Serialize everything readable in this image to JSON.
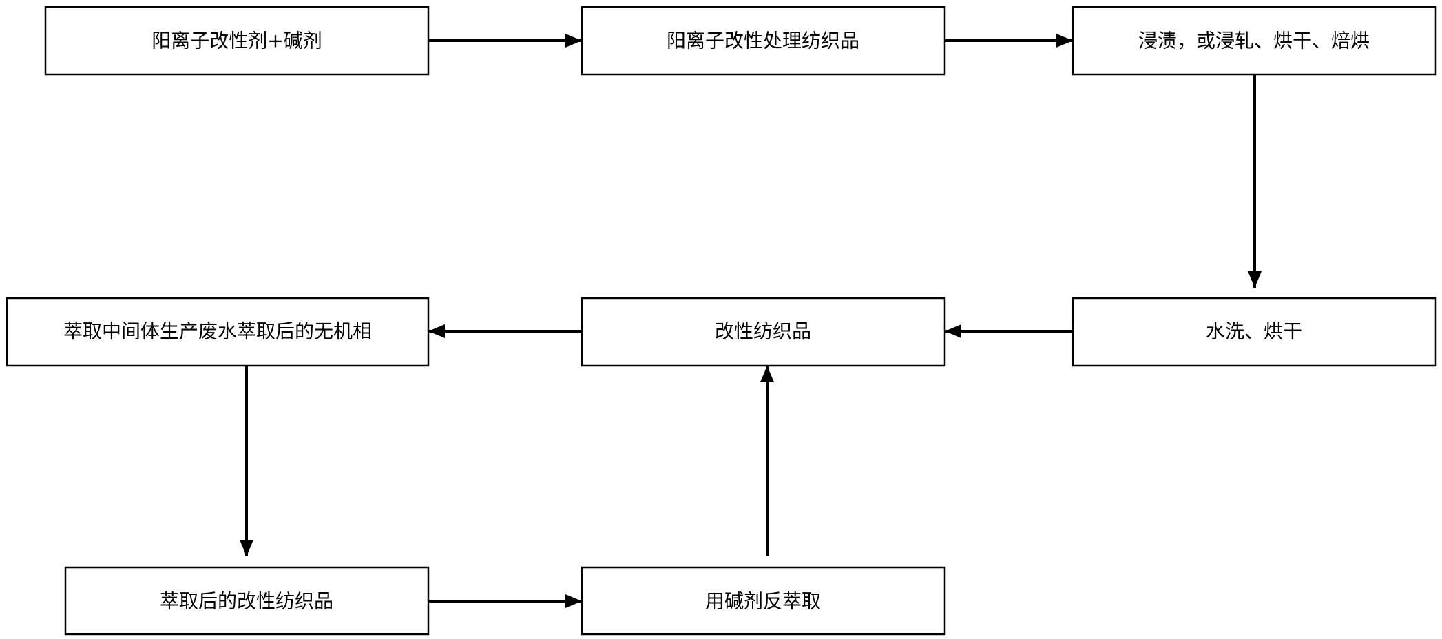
{
  "diagram": {
    "nodes": {
      "n1": "阳离子改性剂+碱剂",
      "n2": "阳离子改性处理纺织品",
      "n3": "浸渍，或浸轧、烘干、焙烘",
      "n4": "水洗、烘干",
      "n5": "改性纺织品",
      "n6": "萃取中间体生产废水萃取后的无机相",
      "n7": "萃取后的改性纺织品",
      "n8": "用碱剂反萃取"
    },
    "edges": [
      {
        "from": "n1",
        "to": "n2"
      },
      {
        "from": "n2",
        "to": "n3"
      },
      {
        "from": "n3",
        "to": "n4"
      },
      {
        "from": "n4",
        "to": "n5"
      },
      {
        "from": "n5",
        "to": "n6"
      },
      {
        "from": "n6",
        "to": "n7"
      },
      {
        "from": "n7",
        "to": "n8"
      },
      {
        "from": "n8",
        "to": "n5"
      }
    ]
  }
}
